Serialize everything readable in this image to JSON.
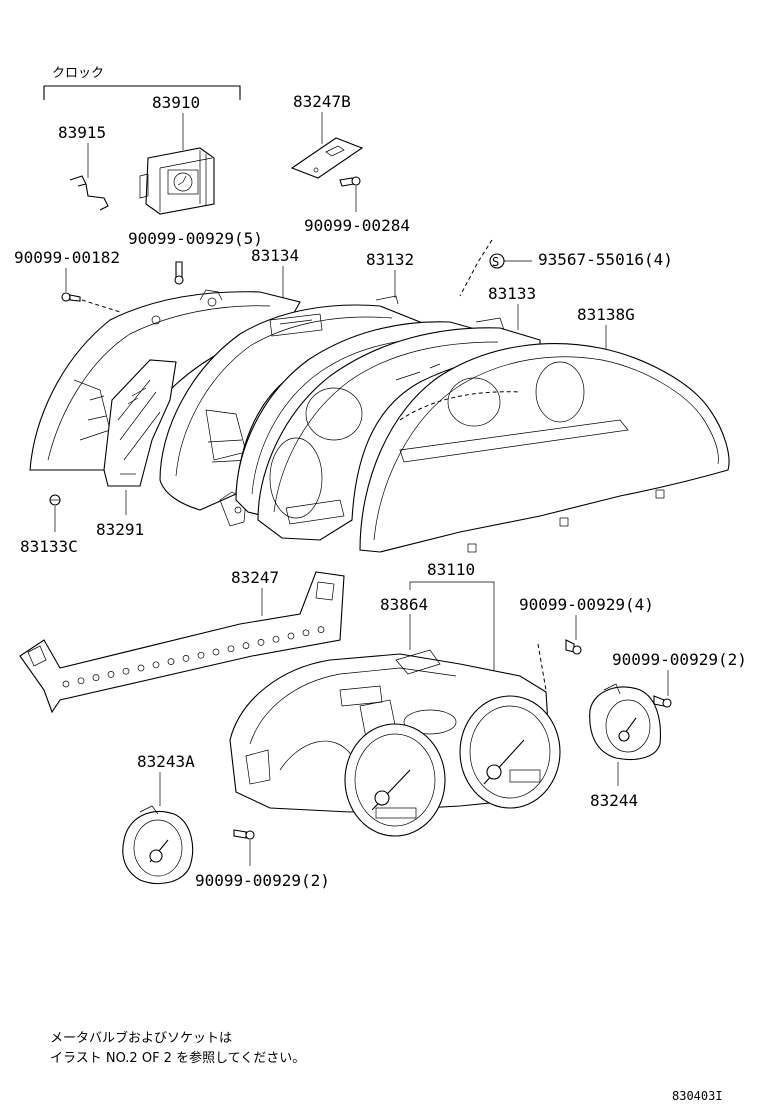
{
  "labels": {
    "clock_group": "クロック",
    "p83910": "83910",
    "p83915": "83915",
    "p83247B": "83247B",
    "p90099_00284": "90099-00284",
    "p90099_00929_5": "90099-00929(5)",
    "p90099_00182": "90099-00182",
    "p83134": "83134",
    "p83132": "83132",
    "p93567_55016": "93567-55016(4)",
    "p83133": "83133",
    "p83138G": "83138G",
    "p83133C": "83133C",
    "p83291": "83291",
    "p83247": "83247",
    "p83110": "83110",
    "p83864": "83864",
    "p90099_00929_4": "90099-00929(4)",
    "p90099_00929_2a": "90099-00929(2)",
    "p83243A": "83243A",
    "p83244": "83244",
    "p90099_00929_2b": "90099-00929(2)",
    "s_marker": "S"
  },
  "note": {
    "line1": "メータバルブおよびソケットは",
    "line2": "イラスト NO.2 OF 2 を参照してください。"
  },
  "figure_id": "830403I"
}
